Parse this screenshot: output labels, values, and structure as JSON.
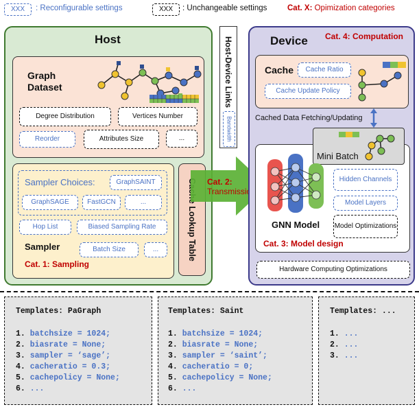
{
  "legend": {
    "reconfig_box": "XXX",
    "reconfig_text": ": Reconfigurable settings",
    "unchange_box": "XXX",
    "unchange_text": ": Unchangeable settings",
    "cat_key": "Cat. X:",
    "cat_text": " Opimization categories"
  },
  "host": {
    "title": "Host",
    "dataset_title": "Graph\nDataset",
    "degree": "Degree Distribution",
    "vertices": "Vertices Number",
    "reorder": "Reorder",
    "attr_size": "Attributes Size",
    "ellipsis": "...",
    "sampler_choices": "Sampler Choices:",
    "graphsaint": "GraphSAINT",
    "graphsage": "GraphSAGE",
    "fastgcn": "FastGCN",
    "ellipsis2": "...",
    "hop_list": "Hop List",
    "biased": "Biased Sampling Rate",
    "sampler_title": "Sampler",
    "batch_size": "Batch Size",
    "ellipsis3": "...",
    "cat1": "Cat. 1: Sampling",
    "cache_lookup": "Cache Lookup Table"
  },
  "links": {
    "title": "Host-Device Links",
    "bandwidth": "Bandwidth",
    "cat2_a": "Cat. 2:",
    "cat2_b": "Transmission"
  },
  "device": {
    "title": "Device",
    "cat4": "Cat. 4: Computation",
    "cache_title": "Cache",
    "cache_ratio": "Cache Ratio",
    "cache_policy": "Cache Update Policy",
    "cached_fetch": "Cached Data Fetching/Updating",
    "mini_batch": "Mini Batch",
    "hidden": "Hidden Channels",
    "model_layers": "Model Layers",
    "model_opt": "Model Optimizations",
    "gnn_model": "GNN Model",
    "cat3": "Cat. 3: Model design",
    "hw_opt": "Hardware Computing Optimizations"
  },
  "templates": [
    {
      "title": "Templates: PaGraph",
      "lines": [
        {
          "n": "1. ",
          "t": "batchsize = 1024;"
        },
        {
          "n": "2. ",
          "t": "biasrate = None;"
        },
        {
          "n": "3. ",
          "t": "sampler = ‘sage’;"
        },
        {
          "n": "4. ",
          "t": "cacheratio = 0.3;"
        },
        {
          "n": "5. ",
          "t": "cachepolicy = None;"
        },
        {
          "n": "6. ",
          "t": "..."
        }
      ]
    },
    {
      "title": "Templates: Saint",
      "lines": [
        {
          "n": "1. ",
          "t": "batchsize = 1024;"
        },
        {
          "n": "2. ",
          "t": "biasrate = None;"
        },
        {
          "n": "3. ",
          "t": "sampler = ‘saint’;"
        },
        {
          "n": "4. ",
          "t": "cacheratio = 0;"
        },
        {
          "n": "5. ",
          "t": "cachepolicy = None;"
        },
        {
          "n": "6. ",
          "t": "..."
        }
      ]
    },
    {
      "title": "Templates: ...",
      "lines": [
        {
          "n": "1. ",
          "t": "..."
        },
        {
          "n": "2. ",
          "t": "..."
        },
        {
          "n": "3. ",
          "t": "..."
        }
      ]
    }
  ],
  "colors": {
    "host_bg": "#d9ead3",
    "host_border": "#3f7a2f",
    "device_bg": "#d6d3ea",
    "device_border": "#3c3a8a",
    "dataset_bg": "#fbe3d6",
    "sampler_bg": "#fdf0cc",
    "cache_lookup_bg": "#f6d3c3",
    "arrow_green": "#5bb135",
    "code_blue": "#4a72c4",
    "cat_red": "#c00000"
  }
}
